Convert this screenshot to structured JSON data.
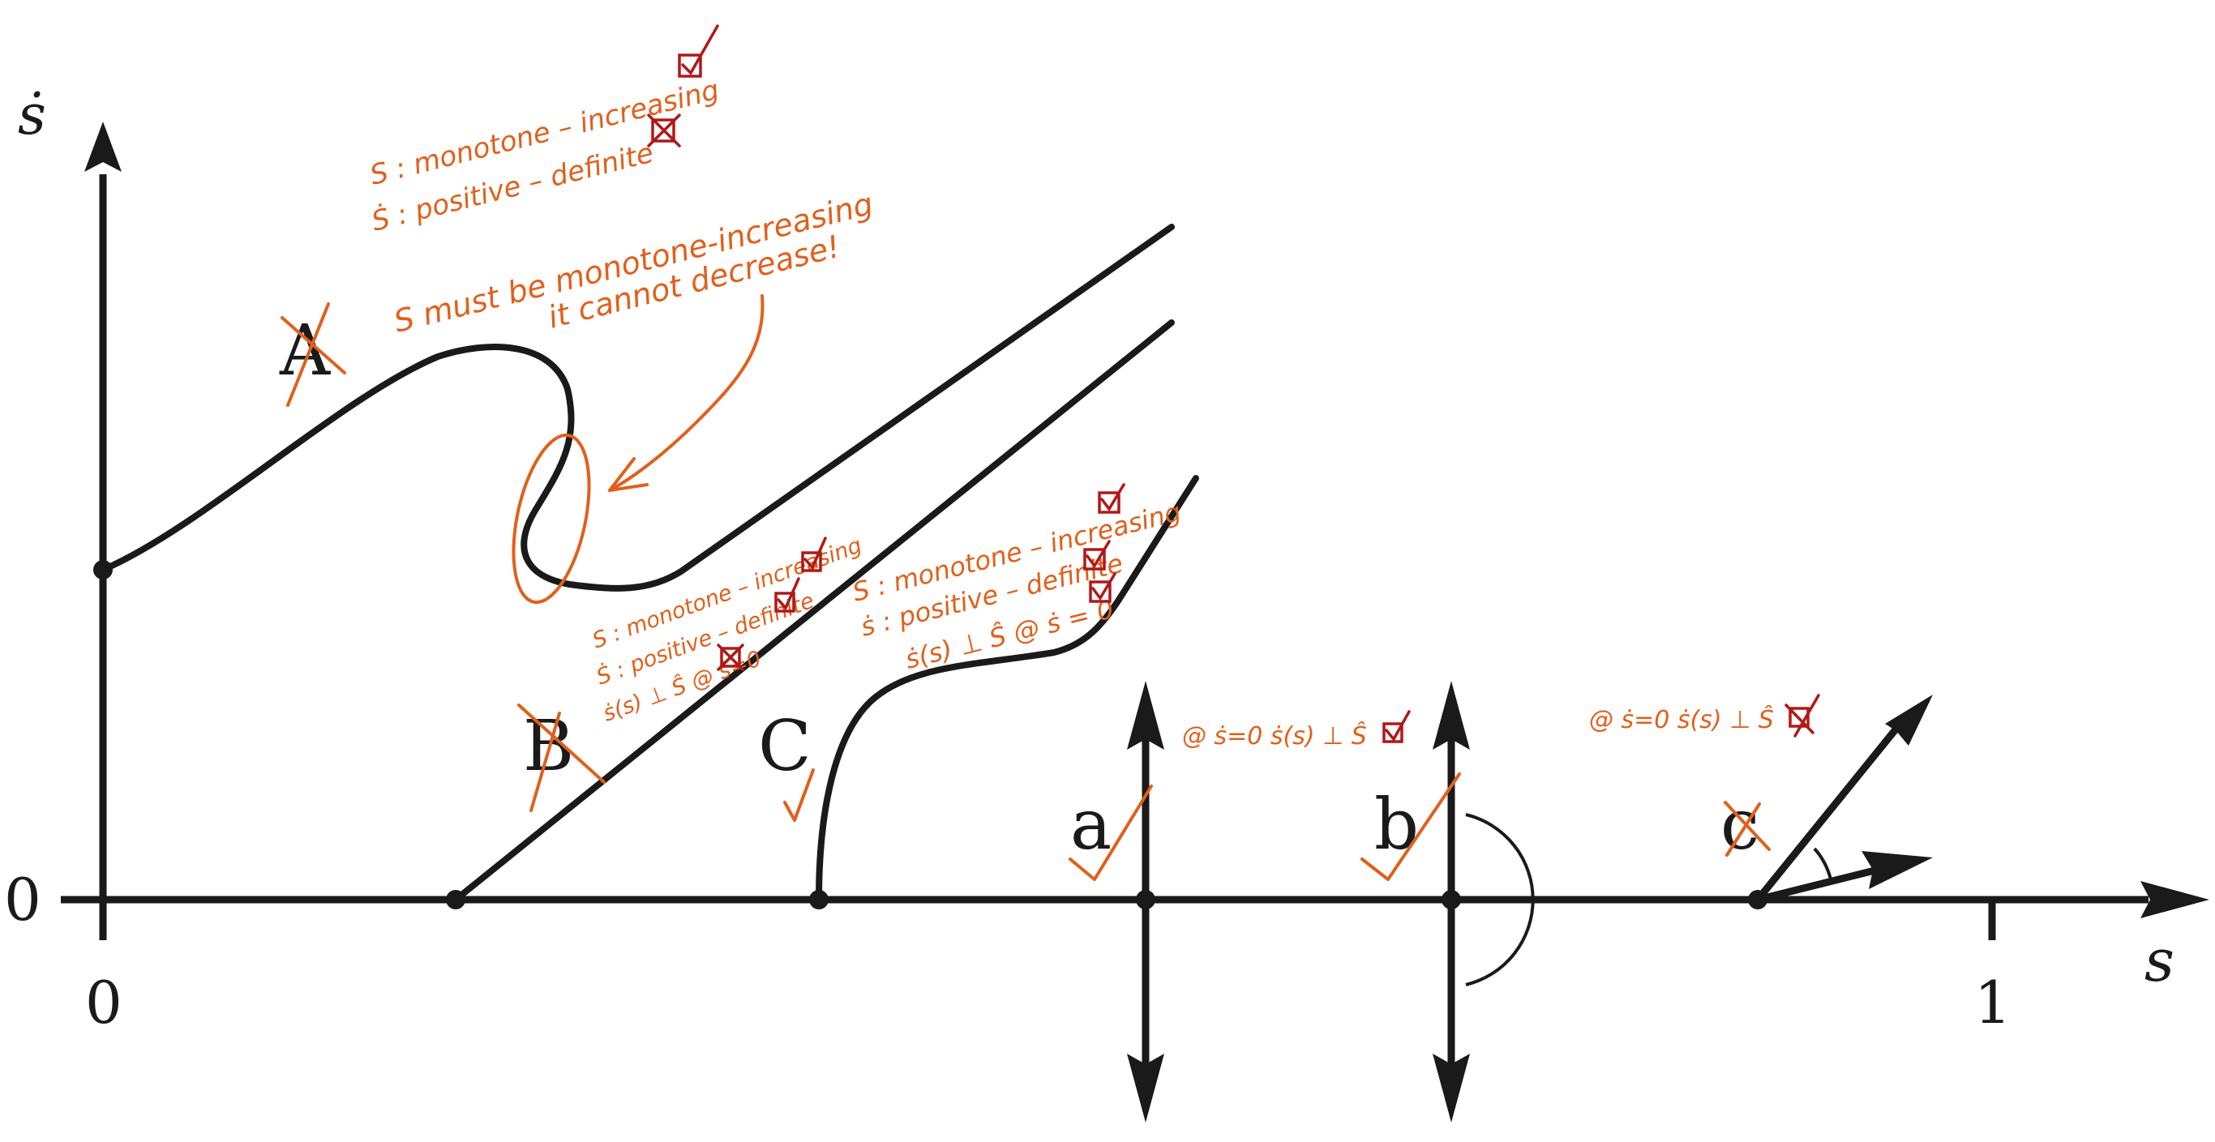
{
  "axes": {
    "y_label": "ṡ",
    "x_label": "s",
    "origin_y_tick": "0",
    "origin_x_tick": "0",
    "x_tick_one": "1"
  },
  "curves": {
    "A": "A",
    "B": "B",
    "C": "C"
  },
  "vectors": {
    "a": "a",
    "b": "b",
    "c": "c"
  },
  "annotations": {
    "A_line1": "S : monotone – increasing",
    "A_line2": "Ṡ : positive – definite",
    "A_comment_line1": "S must be monotone-increasing",
    "A_comment_line2": "it cannot decrease!",
    "B_line1": "S : monotone – increasing",
    "B_line2": "Ṡ : positive – definite",
    "B_line3": "ṡ(s) ⊥ Ŝ @ ṡ=0",
    "C_line1": "S : monotone – increasing",
    "C_line2": "ṡ : positive – definite",
    "C_line3": "ṡ(s) ⊥ Ŝ @ ṡ = 0",
    "a_note": "@ ṡ=0   ṡ(s) ⊥ Ŝ",
    "c_note": "@ ṡ=0   ṡ(s) ⊥ Ŝ"
  },
  "colors": {
    "ink": "#1a1a1a",
    "annotation": "#e0601c",
    "mark_red": "#b01818"
  }
}
